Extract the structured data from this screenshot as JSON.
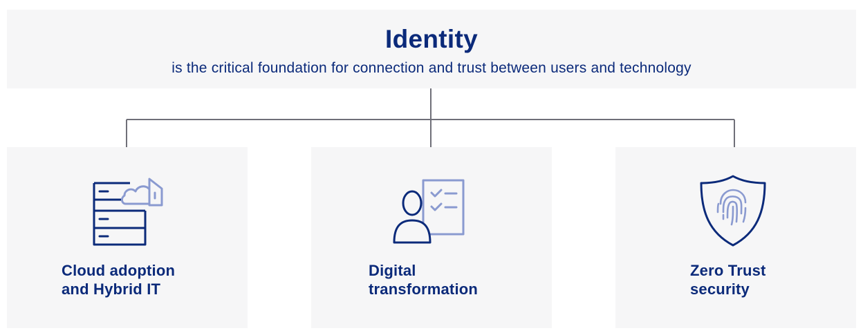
{
  "header": {
    "title": "Identity",
    "subtitle": "is the critical foundation for connection and trust between users and technology"
  },
  "cards": [
    {
      "icon": "server-cloud-lock-icon",
      "label_line1": "Cloud adoption",
      "label_line2": "and Hybrid IT"
    },
    {
      "icon": "person-checklist-icon",
      "label_line1": "Digital",
      "label_line2": "transformation"
    },
    {
      "icon": "shield-fingerprint-icon",
      "label_line1": "Zero Trust",
      "label_line2": "security"
    }
  ],
  "colors": {
    "navy": "#0b2a7a",
    "light_blue": "#8a9ad0",
    "box_bg": "#f6f6f7",
    "connector": "#6f6f78"
  }
}
